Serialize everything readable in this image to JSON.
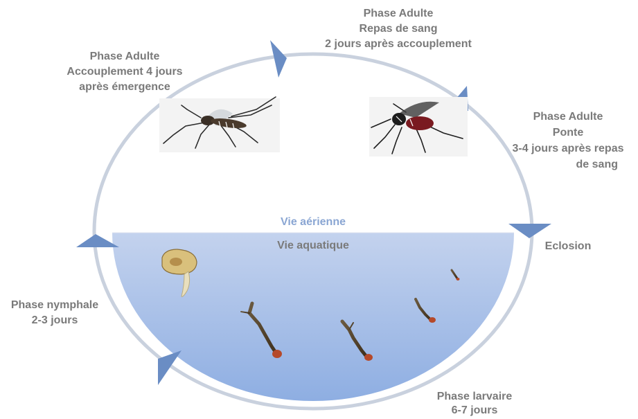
{
  "diagram": {
    "stage_adult_mating": [
      "Phase Adulte",
      "Accouplement 4 jours",
      "après émergence"
    ],
    "stage_adult_blood_meal": [
      "Phase Adulte",
      "Repas de sang",
      "2 jours après accouplement"
    ],
    "stage_adult_laying": [
      "Phase Adulte",
      "Ponte",
      "3-4 jours après repas",
      "de sang"
    ],
    "stage_hatching": "Eclosion",
    "stage_pupa": [
      "Phase nymphale",
      "2-3 jours"
    ],
    "stage_larva": [
      "Phase larvaire",
      "6-7 jours"
    ],
    "zone_air": "Vie aérienne",
    "zone_water": "Vie aquatique"
  },
  "colors": {
    "ring": "#c9d1de",
    "arrow": "#6a8dc4",
    "text": "#7a7a7a",
    "air_label": "#8aa6d3",
    "water_top": "#eef1f8",
    "water_bottom": "#8faee0"
  }
}
